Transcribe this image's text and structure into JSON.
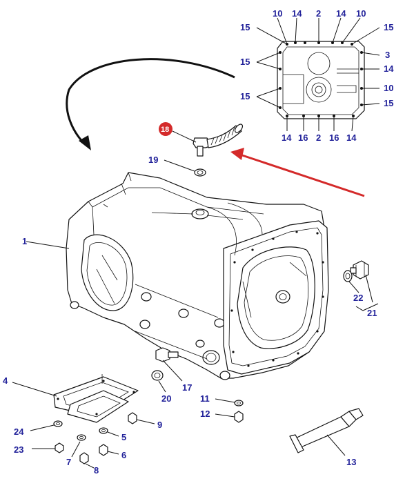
{
  "diagram": {
    "highlight_color": "#d42a2a",
    "label_color": "#22229a",
    "highlighted_part": "18",
    "callouts": {
      "p1": "1",
      "p3": "3",
      "p4": "4",
      "p5": "5",
      "p6": "6",
      "p7": "7",
      "p8": "8",
      "p9": "9",
      "p11": "11",
      "p12": "12",
      "p13": "13",
      "p17": "17",
      "p18": "18",
      "p19": "19",
      "p20": "20",
      "p21": "21",
      "p22": "22",
      "p23": "23",
      "p24": "24",
      "inset_10a": "10",
      "inset_14a": "14",
      "inset_2a": "2",
      "inset_14b": "14",
      "inset_10b": "10",
      "inset_15a": "15",
      "inset_15b": "15",
      "inset_3": "3",
      "inset_15c": "15",
      "inset_14c": "14",
      "inset_15d": "15",
      "inset_10c": "10",
      "inset_15e": "15",
      "inset_14d": "14",
      "inset_16a": "16",
      "inset_2b": "2",
      "inset_16b": "16",
      "inset_14e": "14"
    }
  }
}
